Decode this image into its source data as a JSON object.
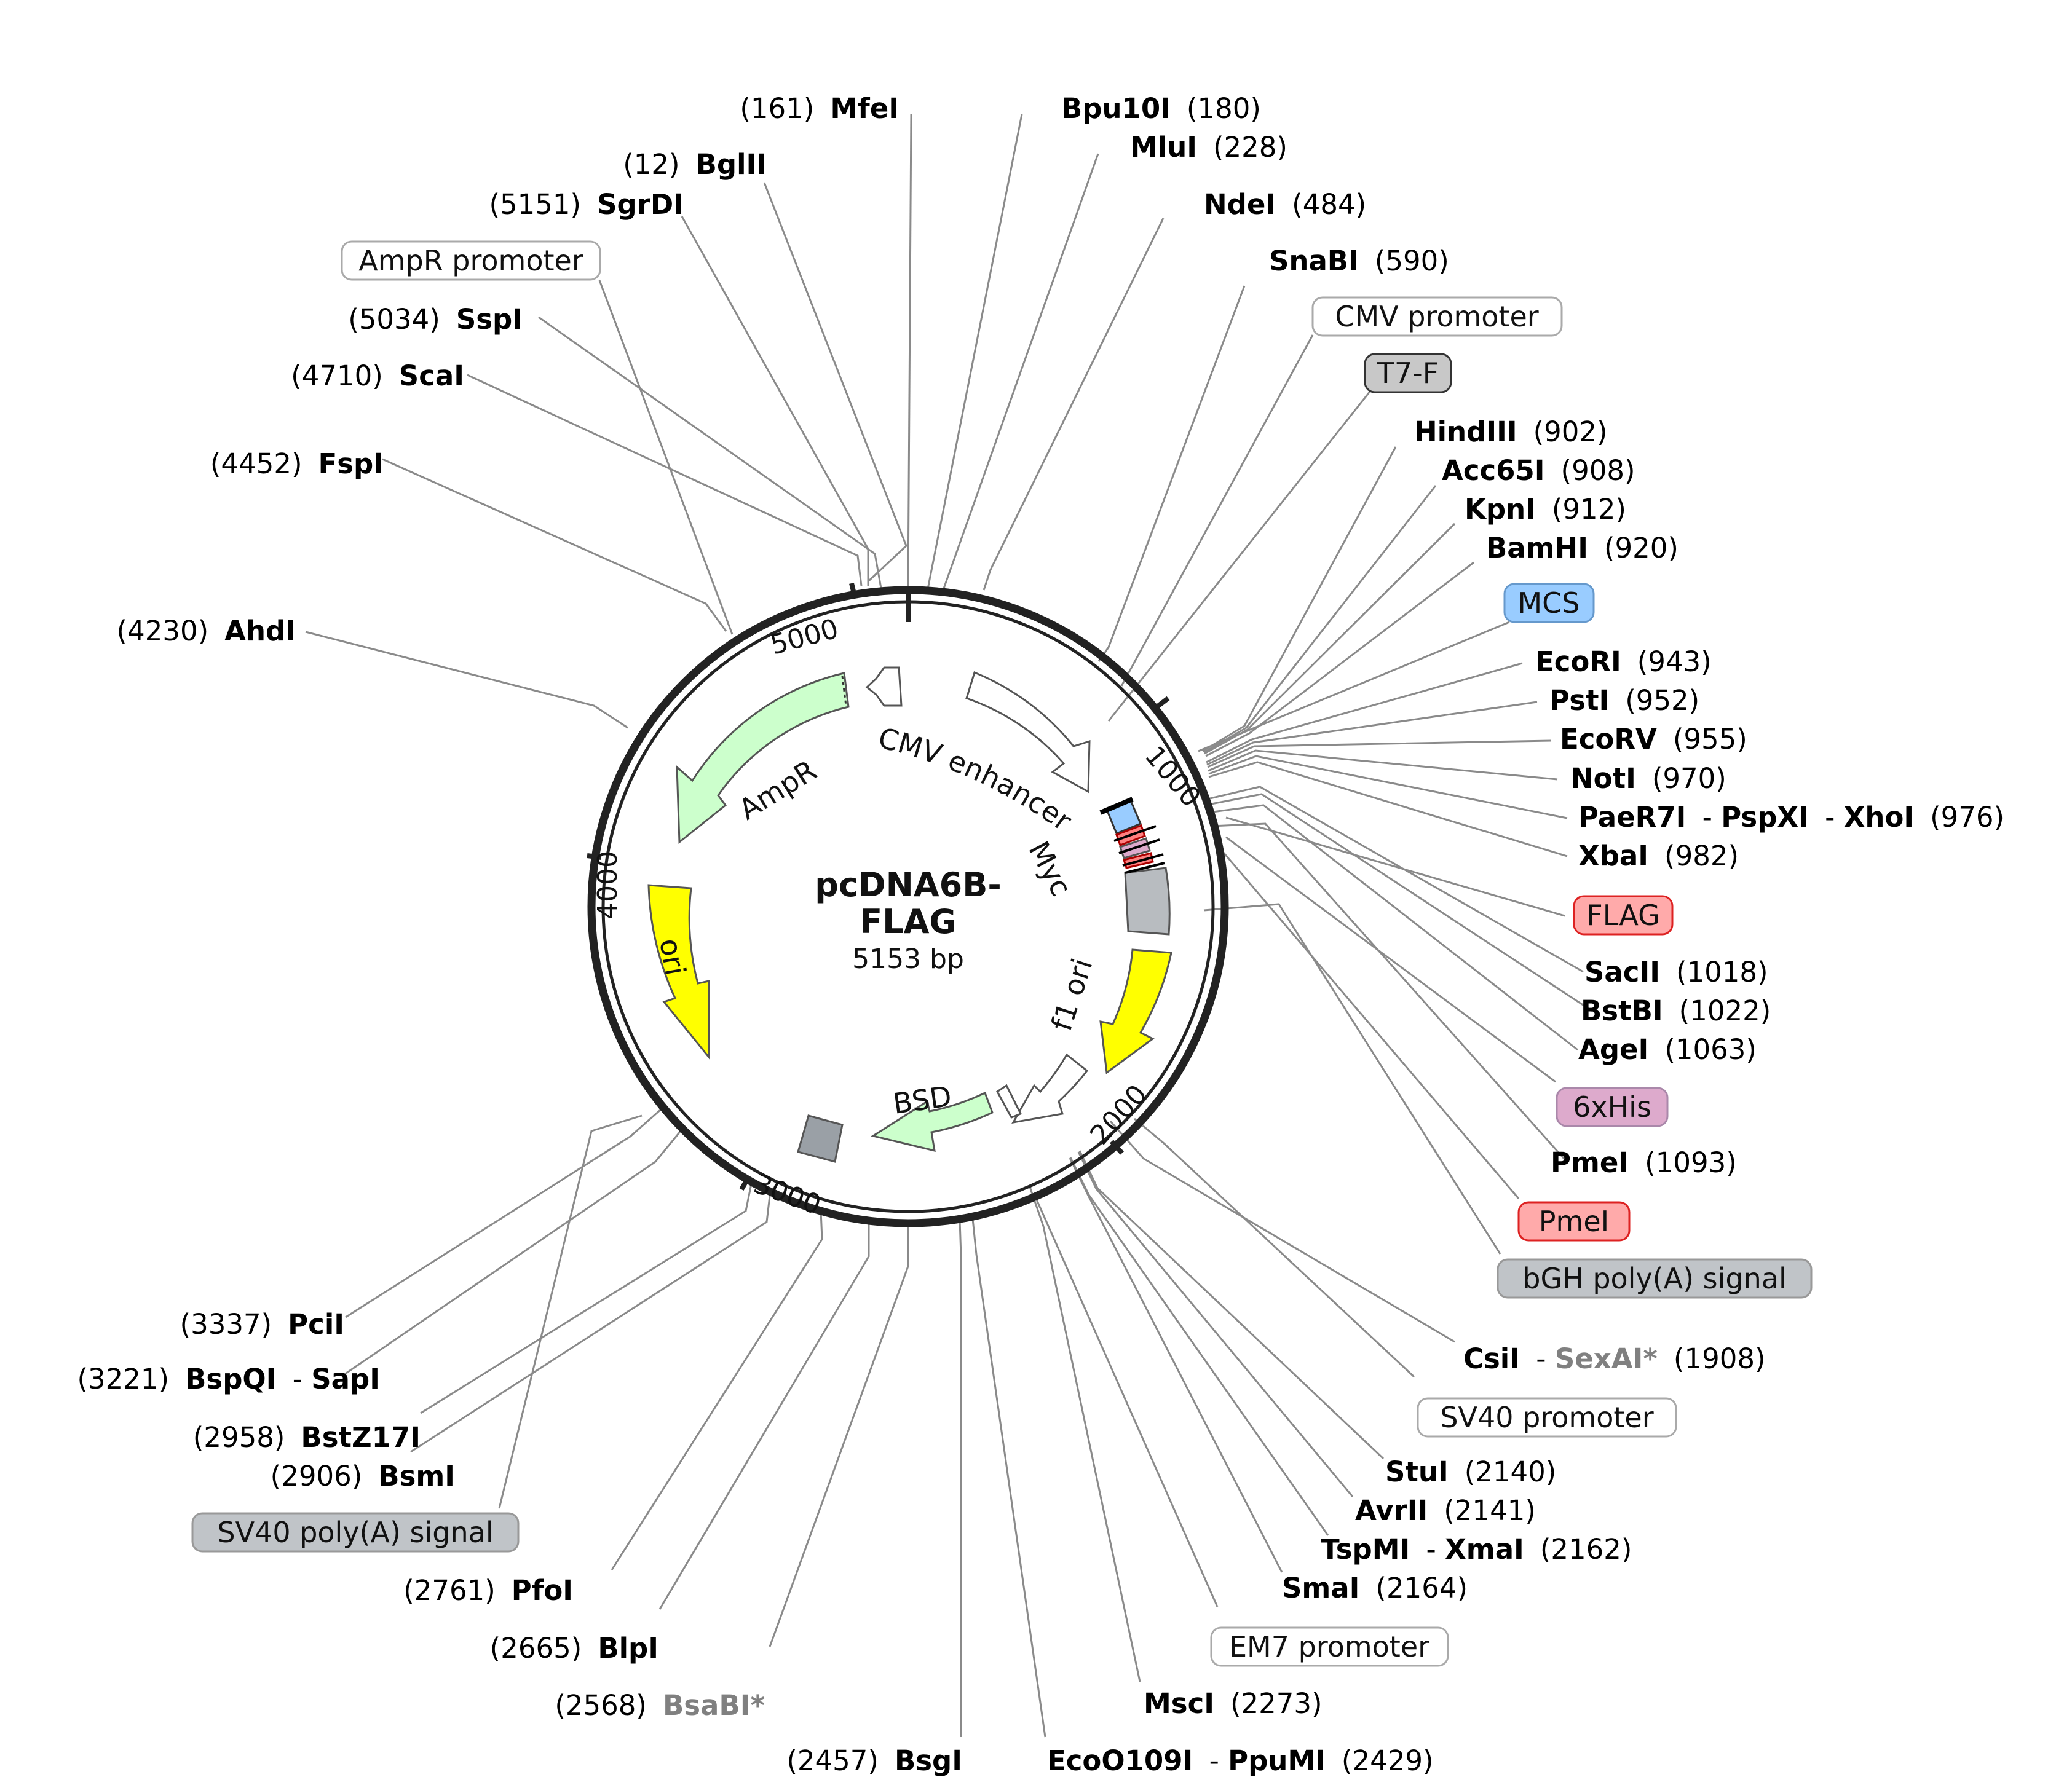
{
  "plasmid": {
    "name_line1": "pcDNA6B-",
    "name_line2": "FLAG",
    "length_label": "5153 bp",
    "length_bp": 5153
  },
  "colors": {
    "ring": "#222222",
    "leader": "#8a8a8a",
    "promoter_fill": "#ffffff",
    "ampr_fill": "#ccffcc",
    "ori_fill": "#ffff00",
    "mcs_fill": "#99ccff",
    "tag_fill": "#ffaaaa",
    "his_fill": "#ddaacc",
    "grey_fill": "#b8bcc0"
  },
  "ticks": [
    {
      "bp": 1000,
      "label": "1000"
    },
    {
      "bp": 2000,
      "label": "2000"
    },
    {
      "bp": 3000,
      "label": "3000"
    },
    {
      "bp": 4000,
      "label": "4000"
    },
    {
      "bp": 5000,
      "label": "5000"
    }
  ],
  "arc_labels": [
    {
      "text": "CMV enhancer"
    },
    {
      "text": "AmpR"
    },
    {
      "text": "Myc"
    },
    {
      "text": "f1 ori"
    },
    {
      "text": "ori"
    },
    {
      "text": "BSD"
    }
  ],
  "sites": [
    {
      "pos": "(161)",
      "name": "MfeI"
    },
    {
      "pos": "(180)",
      "name": "Bpu10I"
    },
    {
      "pos": "(228)",
      "name": "MluI"
    },
    {
      "pos": "(12)",
      "name": "BglII"
    },
    {
      "pos": "(5151)",
      "name": "SgrDI"
    },
    {
      "pos": "(484)",
      "name": "NdeI"
    },
    {
      "pos": "(590)",
      "name": "SnaBI"
    },
    {
      "pos": "(5034)",
      "name": "SspI"
    },
    {
      "pos": "(4710)",
      "name": "ScaI"
    },
    {
      "pos": "(902)",
      "name": "HindIII"
    },
    {
      "pos": "(908)",
      "name": "Acc65I"
    },
    {
      "pos": "(912)",
      "name": "KpnI"
    },
    {
      "pos": "(920)",
      "name": "BamHI"
    },
    {
      "pos": "(4452)",
      "name": "FspI"
    },
    {
      "pos": "(4230)",
      "name": "AhdI"
    },
    {
      "pos": "(943)",
      "name": "EcoRI"
    },
    {
      "pos": "(952)",
      "name": "PstI"
    },
    {
      "pos": "(955)",
      "name": "EcoRV"
    },
    {
      "pos": "(970)",
      "name": "NotI"
    },
    {
      "pos": "(976)",
      "name": "PaeR7I",
      "name2": "PspXI",
      "name3": "XhoI"
    },
    {
      "pos": "(982)",
      "name": "XbaI"
    },
    {
      "pos": "(1018)",
      "name": "SacII"
    },
    {
      "pos": "(1022)",
      "name": "BstBI"
    },
    {
      "pos": "(1063)",
      "name": "AgeI"
    },
    {
      "pos": "(1093)",
      "name": "PmeI"
    },
    {
      "pos": "(1908)",
      "name": "CsiI",
      "name2": "SexAI*"
    },
    {
      "pos": "(3337)",
      "name": "PciI"
    },
    {
      "pos": "(3221)",
      "name": "BspQI",
      "name2": "SapI"
    },
    {
      "pos": "(2958)",
      "name": "BstZ17I"
    },
    {
      "pos": "(2906)",
      "name": "BsmI"
    },
    {
      "pos": "(2140)",
      "name": "StuI"
    },
    {
      "pos": "(2141)",
      "name": "AvrII"
    },
    {
      "pos": "(2162)",
      "name": "TspMI",
      "name2": "XmaI"
    },
    {
      "pos": "(2164)",
      "name": "SmaI"
    },
    {
      "pos": "(2761)",
      "name": "PfoI"
    },
    {
      "pos": "(2665)",
      "name": "BlpI"
    },
    {
      "pos": "(2568)",
      "name": "BsaBI*"
    },
    {
      "pos": "(2273)",
      "name": "MscI"
    },
    {
      "pos": "(2457)",
      "name": "BsgI"
    },
    {
      "pos": "(2429)",
      "name": "EcoO109I",
      "name2": "PpuMI"
    }
  ],
  "features": [
    {
      "label": "AmpR promoter"
    },
    {
      "label": "CMV promoter"
    },
    {
      "label": "T7-F"
    },
    {
      "label": "MCS"
    },
    {
      "label": "FLAG"
    },
    {
      "label": "6xHis"
    },
    {
      "label": "PmeI"
    },
    {
      "label": "bGH poly(A) signal"
    },
    {
      "label": "SV40 promoter"
    },
    {
      "label": "SV40 poly(A) signal"
    },
    {
      "label": "EM7 promoter"
    }
  ]
}
